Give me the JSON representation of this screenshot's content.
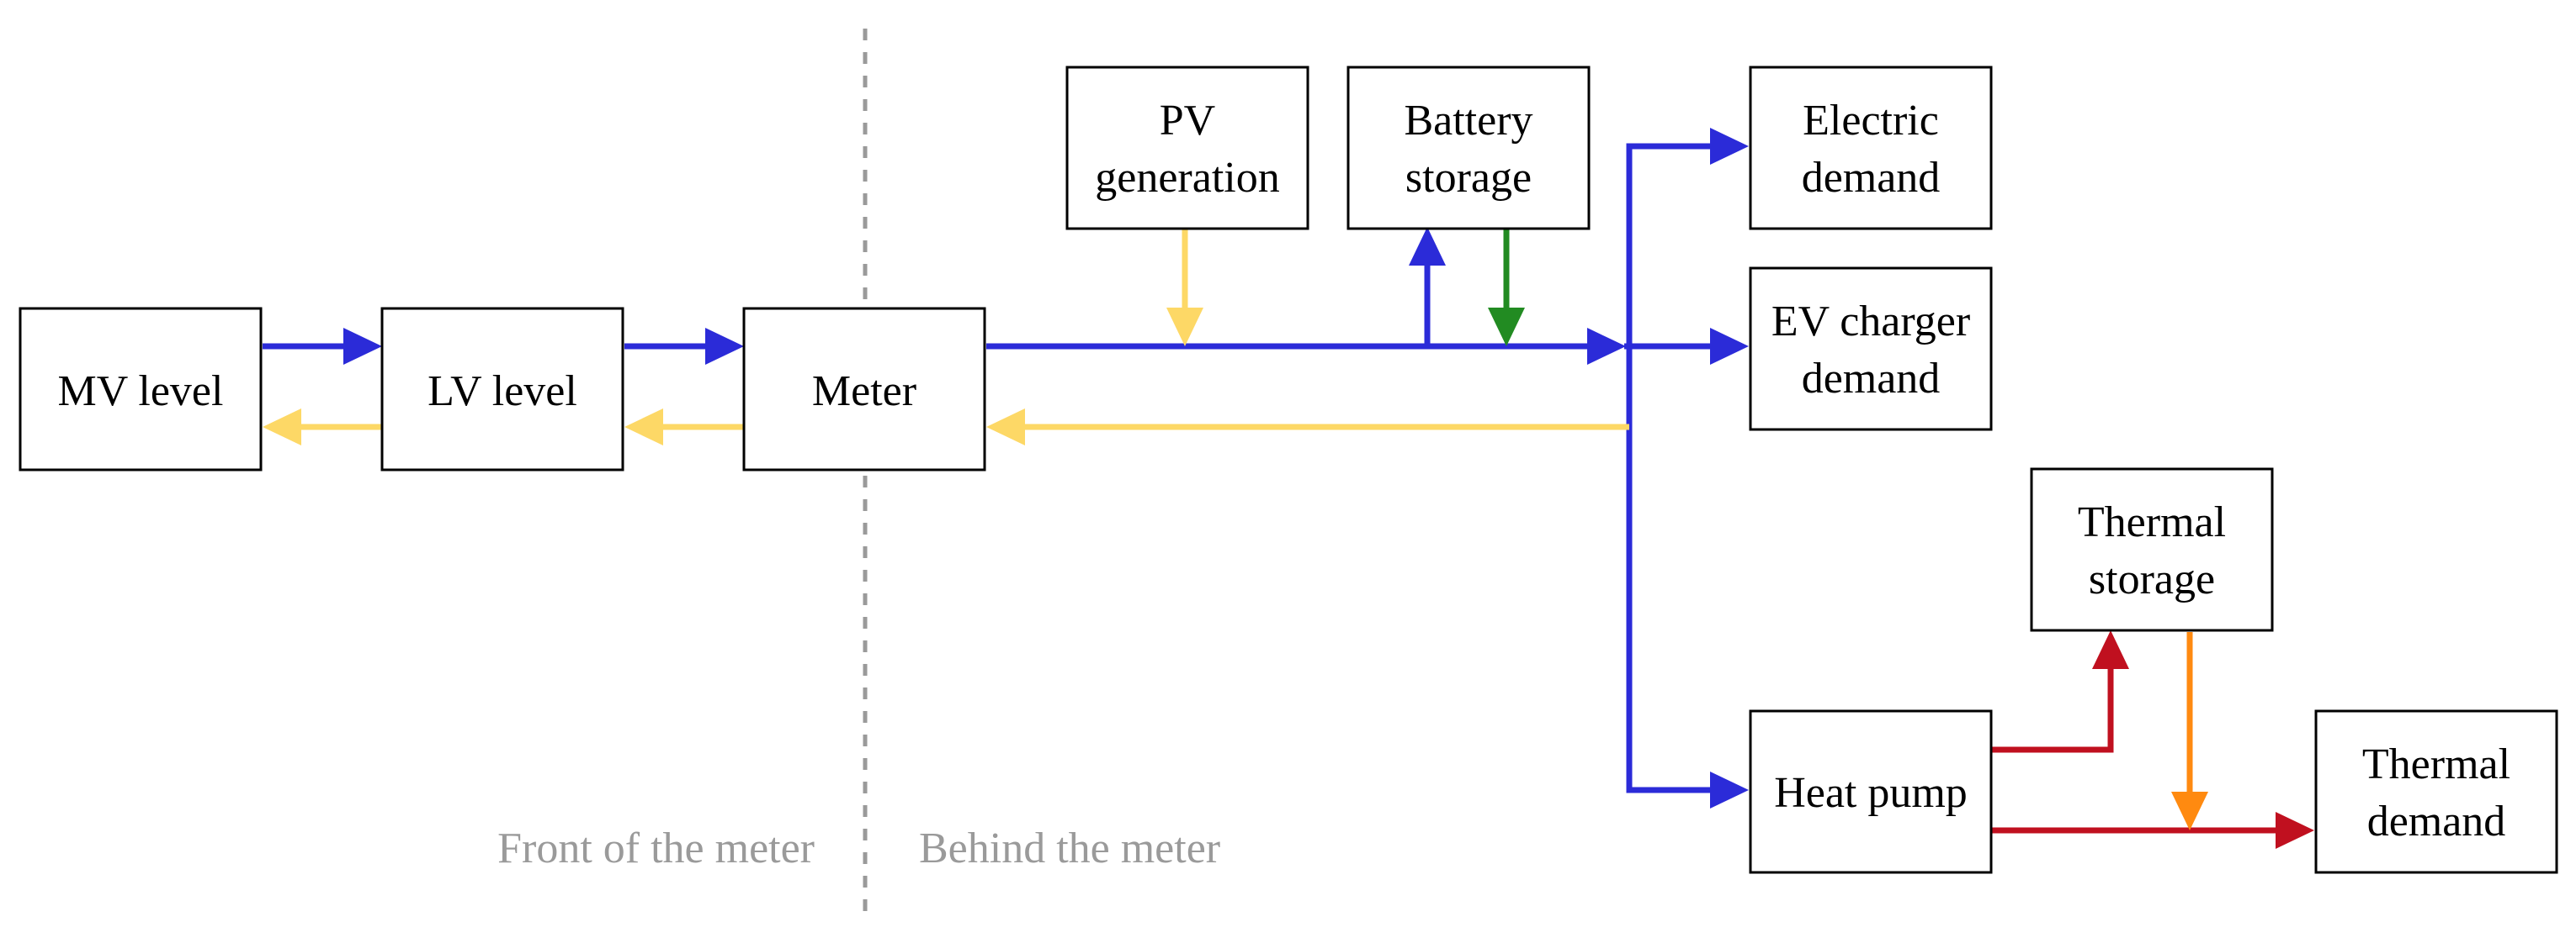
{
  "regions": {
    "front": "Front of the meter",
    "behind": "Behind the meter"
  },
  "nodes": {
    "mv_level": [
      "MV level"
    ],
    "lv_level": [
      "LV level"
    ],
    "meter": [
      "Meter"
    ],
    "pv": [
      "PV",
      "generation"
    ],
    "battery": [
      "Battery",
      "storage"
    ],
    "electric_demand": [
      "Electric",
      "demand"
    ],
    "ev_demand": [
      "EV charger",
      "demand"
    ],
    "thermal_storage": [
      "Thermal",
      "storage"
    ],
    "heat_pump": [
      "Heat pump"
    ],
    "thermal_demand": [
      "Thermal",
      "demand"
    ]
  },
  "colors": {
    "import_flow": "#2b2bd8",
    "export_flow": "#fdd866",
    "battery_discharge": "#228b22",
    "heat_flow": "#c0101f",
    "thermal_discharge": "#ff8a10",
    "divider": "#9a9a9a"
  }
}
